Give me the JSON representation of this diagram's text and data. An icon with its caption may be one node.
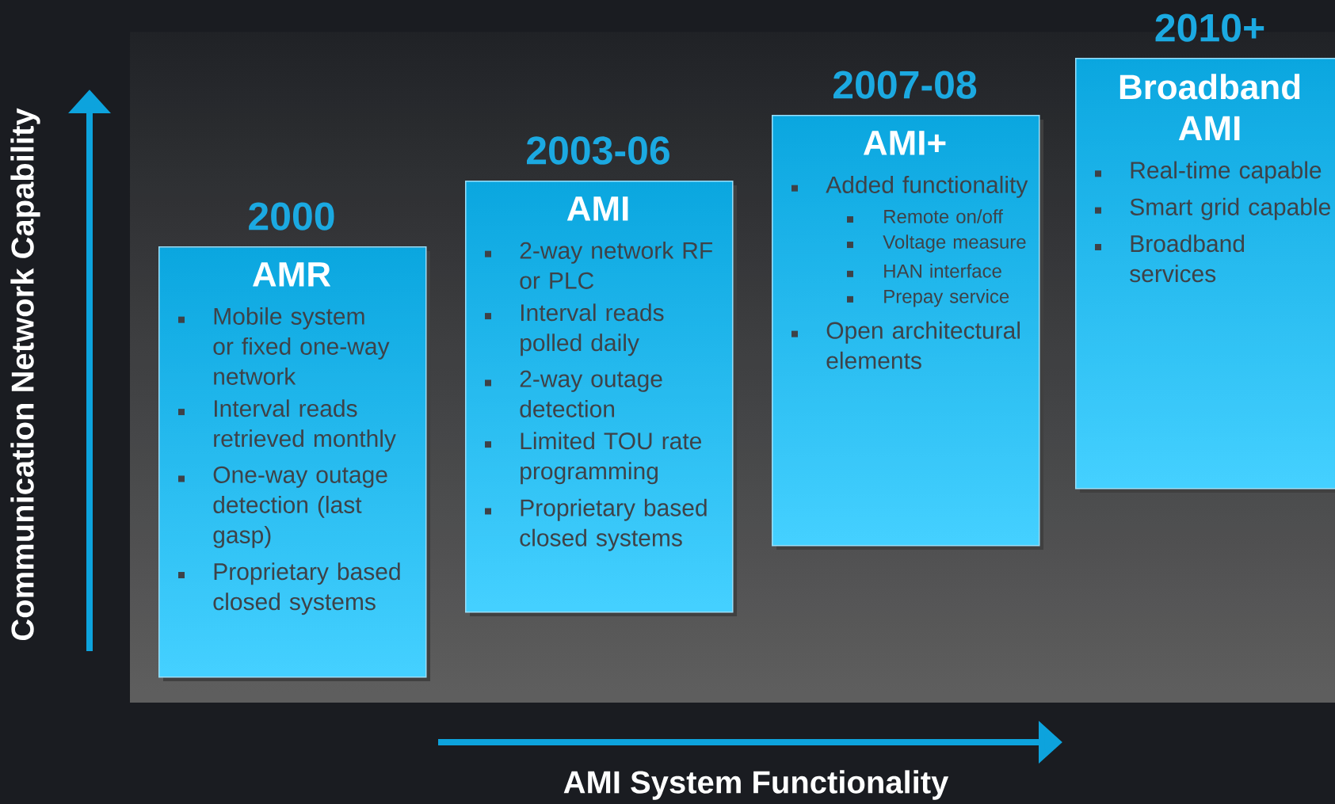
{
  "diagram": {
    "nodes": [
      {
        "text": [
          "AMR",
          "Mobile system or fixed one-way network",
          "Interval reads retrieved monthly",
          "One-way outage detection (last gasp)",
          "Proprietary based closed systems"
        ],
        "beside": [
          "2000"
        ]
      },
      {
        "text": [
          "AMI",
          "2-way network RF or PLC",
          "Interval reads polled daily",
          "2-way outage detection",
          "Limited TOU rate programming",
          "Proprietary based closed systems"
        ],
        "beside": [
          "2003-06"
        ]
      },
      {
        "text": [
          "AMI+",
          "Added functionality",
          "Remote on/off",
          "Voltage measure",
          "HAN interface",
          "Prepay service",
          "Open architectural elements"
        ],
        "beside": [
          "2007-08"
        ]
      },
      {
        "text": [
          "Broadband AMI",
          "Real-time capable",
          "Smart grid capable",
          "Broadband services"
        ],
        "beside": [
          "2010+"
        ]
      }
    ],
    "labels": [
      "Communication Network Capability",
      "AMI System Functionality"
    ]
  }
}
